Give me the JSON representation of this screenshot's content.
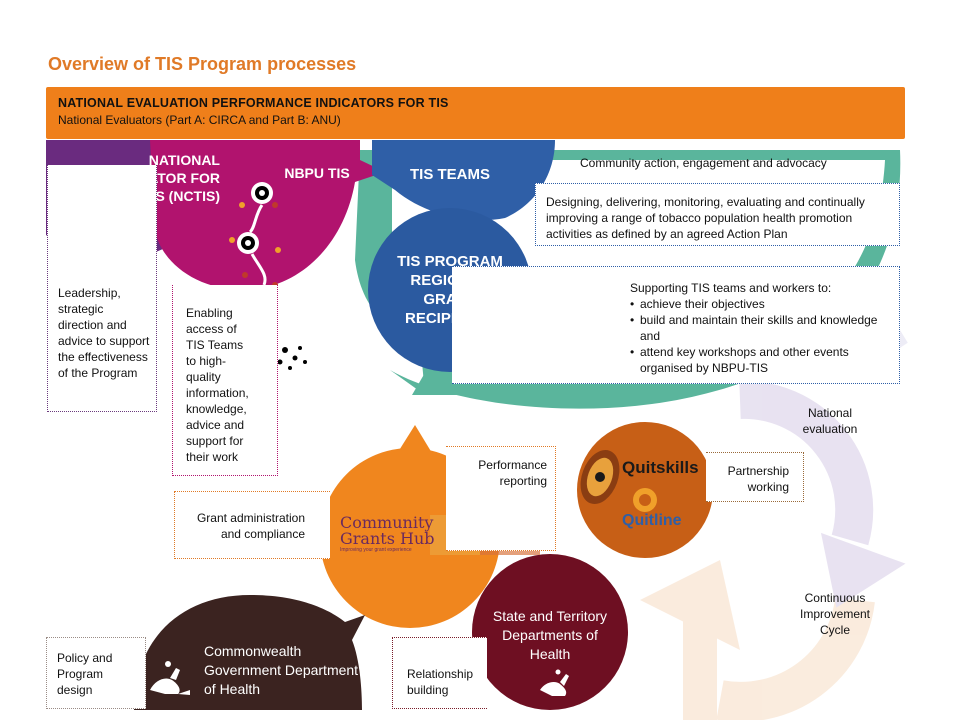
{
  "title": "Overview of TIS Program processes",
  "banner": {
    "line1": "NATIONAL EVALUATION PERFORMANCE INDICATORS FOR TIS",
    "line2": "National Evaluators (Part A: CIRCA and Part B: ANU)"
  },
  "nctis": {
    "label": "NATIONAL COORDINATOR FOR TIS (NCTIS)",
    "box_text": "Leadership, strategic direction and advice to support the effectiveness of the Program"
  },
  "nbpu": {
    "label": "NBPU TIS",
    "box_text": "Enabling access of TIS Teams to high-quality information, knowledge, advice and support for their work"
  },
  "tis_teams": {
    "label": "TIS TEAMS",
    "community_text": "Community action, engagement and advocacy",
    "box_text": "Designing, delivering, monitoring, evaluating and continually improving  a range of tobacco population health promotion activities as defined by an agreed Action Plan"
  },
  "grant_recipients": {
    "label": "TIS PROGRAM REGIONAL GRANT RECIPIENTS",
    "support_intro": "Supporting TIS teams and workers to:",
    "support_items": [
      "achieve their objectives",
      "build and maintain their skills and knowledge and",
      "attend key workshops and other events organised by NBPU-TIS"
    ]
  },
  "cycle": {
    "national_evaluation": "National evaluation",
    "continuous_improvement": "Continuous Improvement Cycle"
  },
  "grants_hub": {
    "logo_line1": "Community",
    "logo_line2": "Grants Hub",
    "logo_tagline": "Improving your grant experience",
    "performance_reporting": "Performance reporting",
    "grant_admin": "Grant administration and compliance"
  },
  "partnership": {
    "quitskills": "Quitskills",
    "quitline": "Quitline",
    "box_text": "Partnership working"
  },
  "commonwealth": {
    "label": "Commonwealth Government Department of Health",
    "box_text": "Policy and Program design"
  },
  "state": {
    "label": "State and Territory Departments of Health",
    "box_text": "Relationship building"
  },
  "colors": {
    "orange": "#ef7f1a",
    "purple": "#6a2b7f",
    "magenta": "#b1136e",
    "blue": "#2f5fa7",
    "teal": "#55b39a",
    "grants_orange": "#f0861e",
    "partnership_orange": "#c75f16",
    "maroon": "#6e0f22",
    "dark_brown": "#3b2320"
  },
  "icons": [
    "australia-map-icon",
    "kangaroo-emu-crest-icon",
    "aboriginal-dot-art-icon"
  ]
}
